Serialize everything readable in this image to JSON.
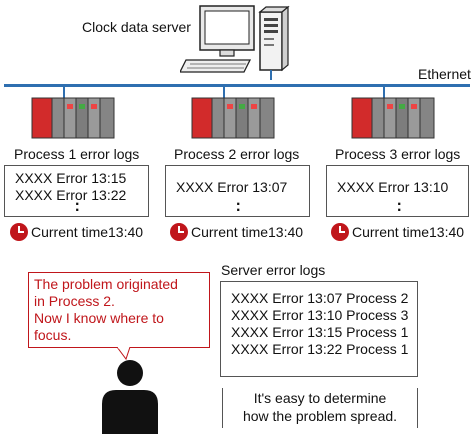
{
  "server": {
    "label": "Clock data server"
  },
  "network": {
    "label": "Ethernet"
  },
  "processes": [
    {
      "title": "Process 1 error logs",
      "logs": [
        "XXXX Error 13:15",
        "XXXX Error 13:22"
      ],
      "current": "Current time13:40"
    },
    {
      "title": "Process 2 error logs",
      "logs": [
        "XXXX Error 13:07"
      ],
      "current": "Current time13:40"
    },
    {
      "title": "Process 3 error logs",
      "logs": [
        "XXXX Error 13:10"
      ],
      "current": "Current time13:40"
    }
  ],
  "server_logs": {
    "title": "Server error logs",
    "lines": [
      "XXXX Error 13:07 Process 2",
      "XXXX Error 13:10 Process 3",
      "XXXX Error 13:15 Process 1",
      "XXXX Error 13:22 Process 1"
    ]
  },
  "callout": {
    "lines": [
      "The problem originated",
      "in Process 2.",
      "Now I know where to",
      "focus."
    ]
  },
  "note": {
    "lines": [
      "It's easy to determine",
      "how the problem spread."
    ]
  },
  "colors": {
    "accent": "#c0161b",
    "network": "#2f6fb0",
    "plc_red": "#d22b2b",
    "plc_gray": "#7a7a7a"
  },
  "icons": [
    "server-computer-icon",
    "plc-unit-icon",
    "clock-icon",
    "person-icon"
  ]
}
